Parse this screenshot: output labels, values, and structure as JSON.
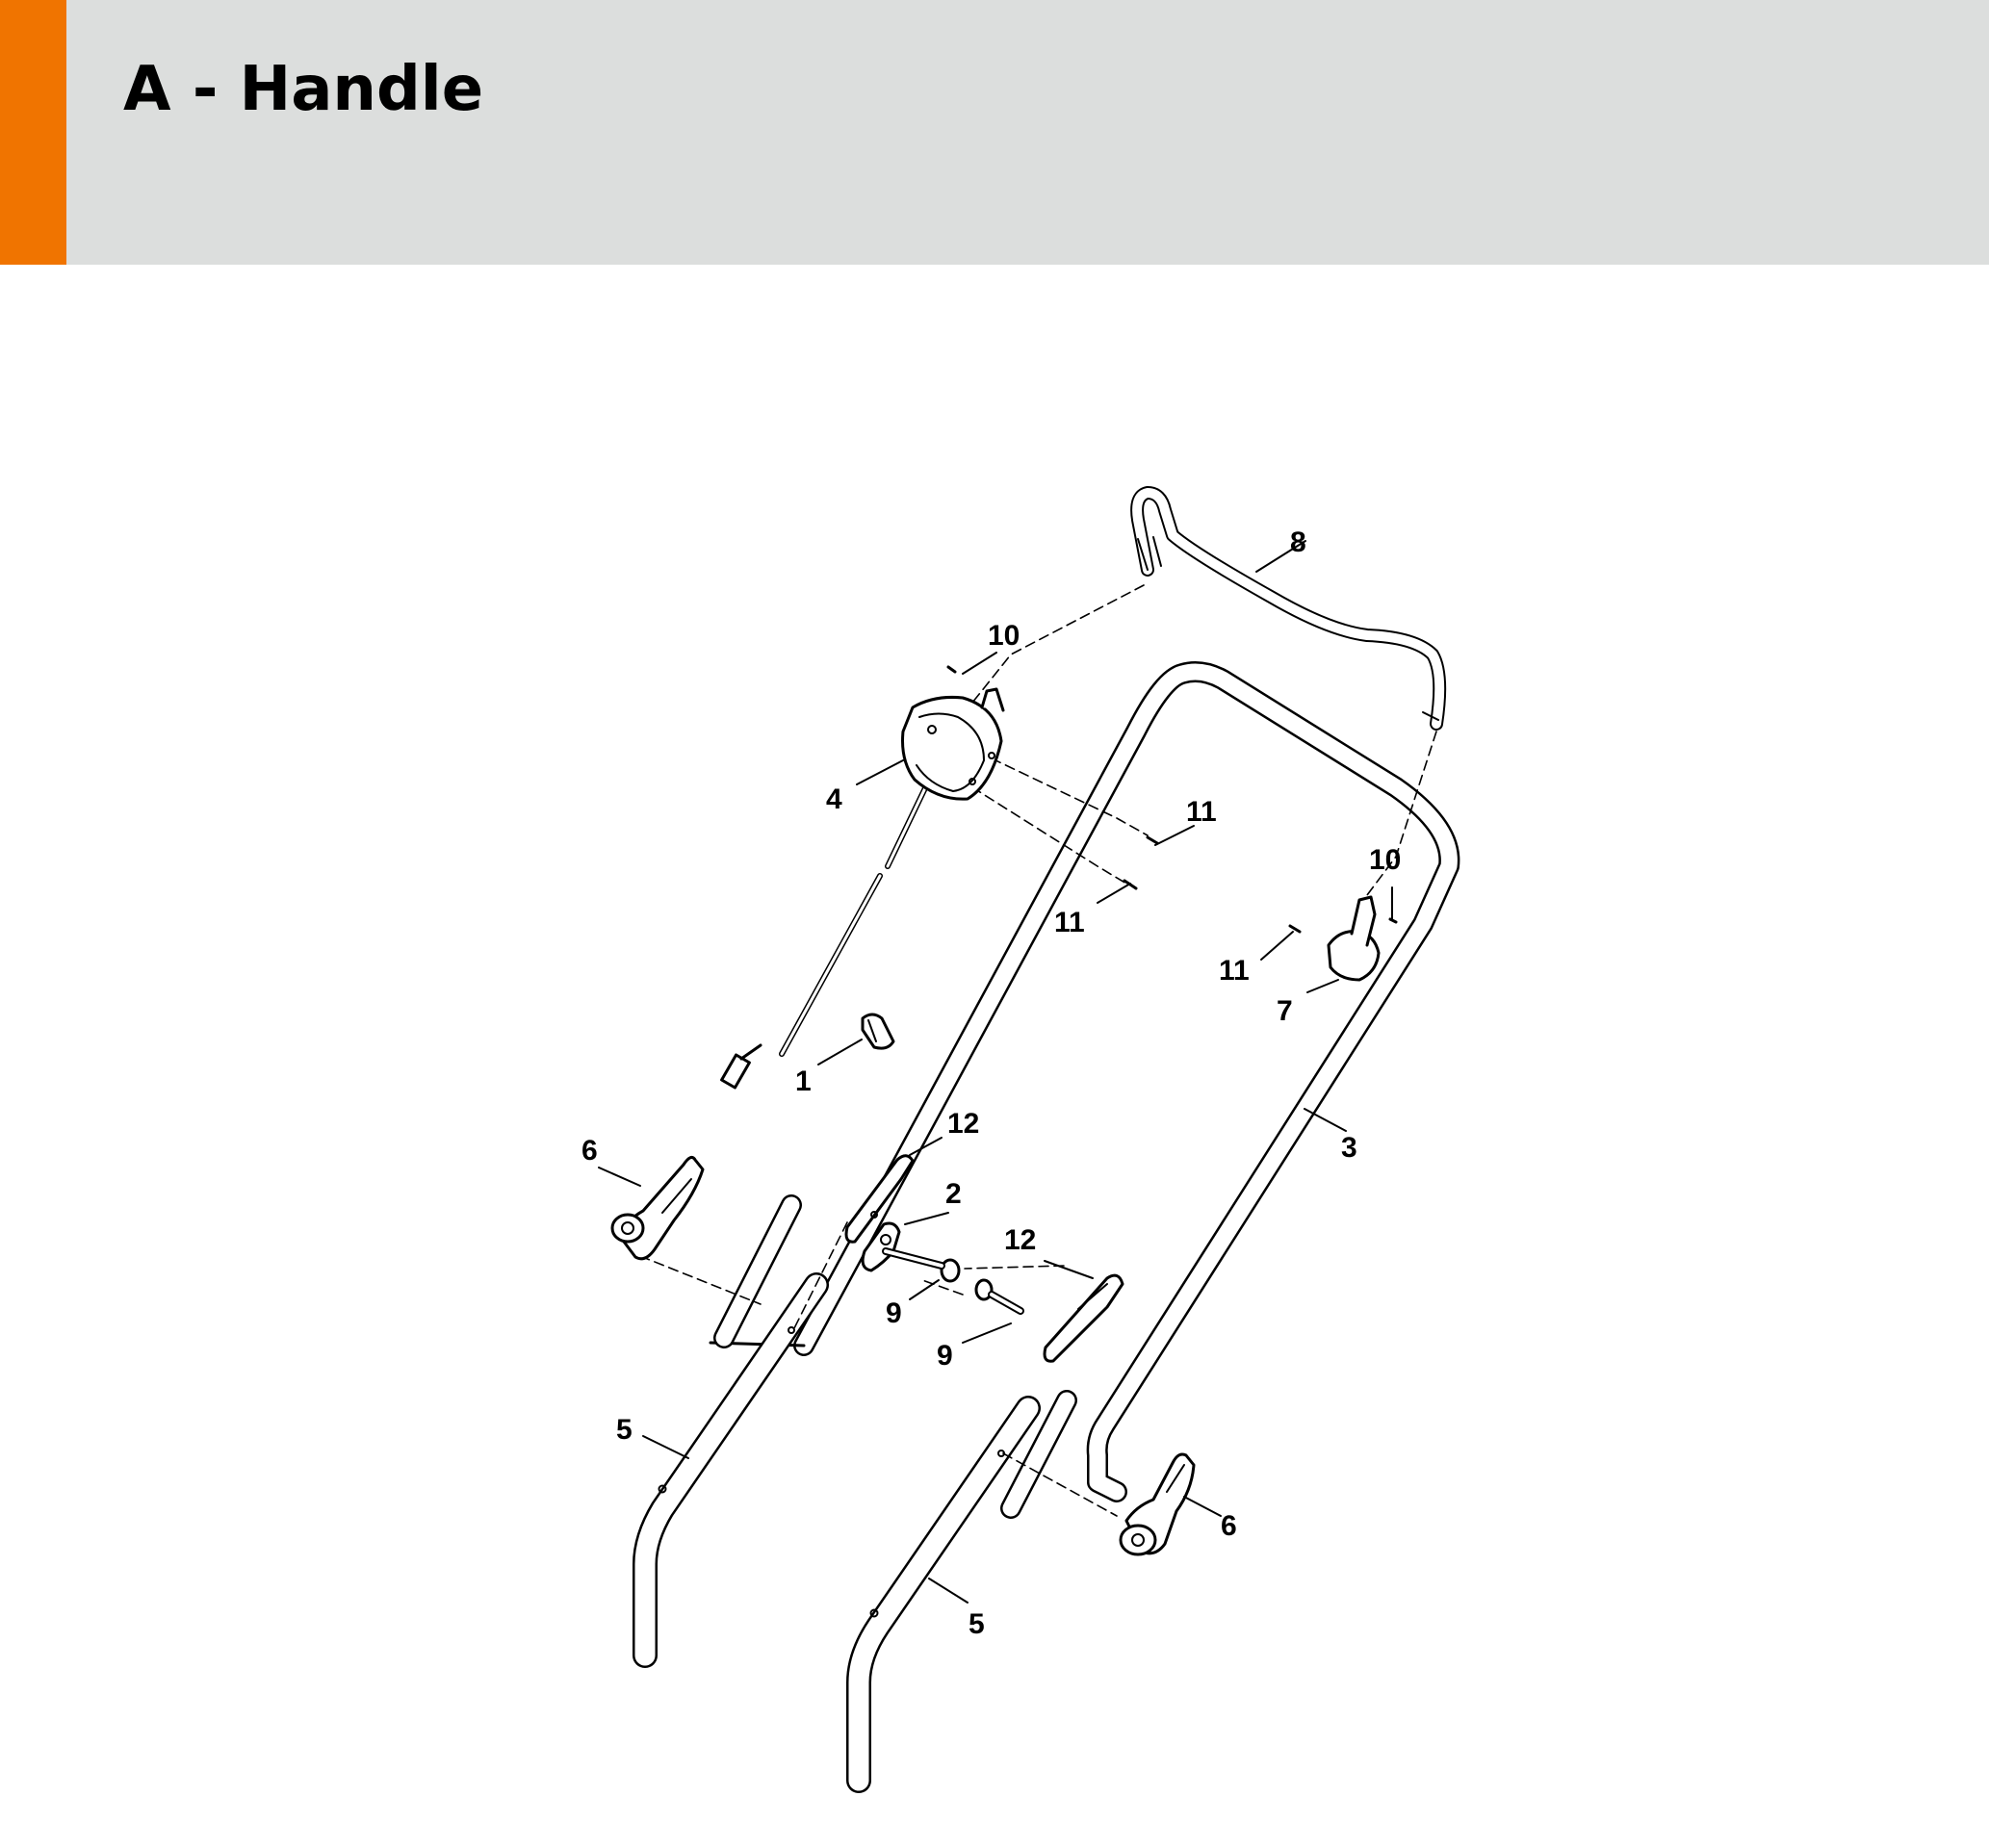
{
  "header": {
    "title": "A - Handle",
    "accent_color": "#f07400",
    "band_color": "#dcdedd"
  },
  "diagram": {
    "callouts": [
      "1",
      "2",
      "3",
      "4",
      "5",
      "5",
      "6",
      "6",
      "7",
      "8",
      "9",
      "9",
      "10",
      "10",
      "11",
      "11",
      "11",
      "12",
      "12"
    ]
  }
}
